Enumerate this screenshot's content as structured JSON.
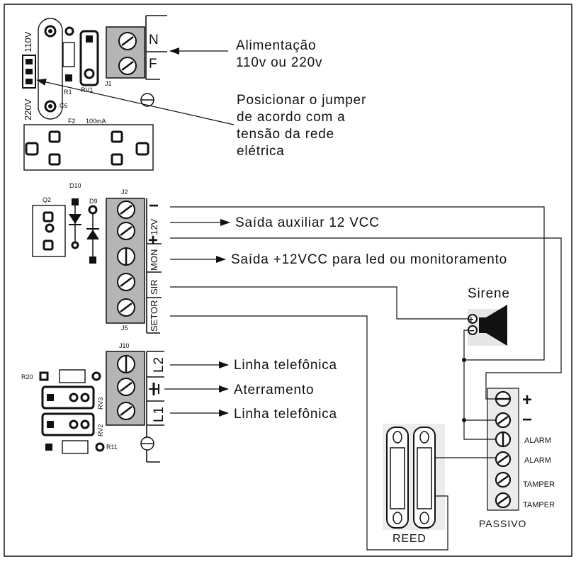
{
  "labels": {
    "power": "Alimentação",
    "power_voltage": "110v ou 220v",
    "jumper_1": "Posicionar o jumper",
    "jumper_2": "de acordo com a",
    "jumper_3": "tensão da rede",
    "jumper_4": "elétrica",
    "aux_out": "Saída auxiliar 12 VCC",
    "mon_out": "Saída +12VCC para led ou monitoramento",
    "siren": "Sirene",
    "phone_line_1": "Linha telefônica",
    "ground": "Aterramento",
    "phone_line_2": "Linha telefônica",
    "reed": "REED",
    "passive": "PASSIVO"
  },
  "board": {
    "v110": "110V",
    "v220": "220V",
    "r1": "R1",
    "rv1": "RV1",
    "c6": "C6",
    "j1": "J1",
    "fuse": "F2",
    "fuse_rating": "100mA",
    "n": "N",
    "f": "F",
    "q2": "Q2",
    "d10": "D10",
    "d9": "D9",
    "j2": "J2",
    "j5": "J5",
    "j10": "J10",
    "r20": "R20",
    "rv3": "RV3",
    "rv2": "RV2",
    "r11": "R11"
  },
  "terminals_j2": [
    "12V",
    "MON",
    "SIR",
    "SETOR"
  ],
  "terminals_j10": [
    "L2",
    "L1"
  ],
  "passive_terminals": [
    "+",
    "−",
    "ALARM",
    "ALARM",
    "TAMPER",
    "TAMPER"
  ],
  "symbols": {
    "minus": "−",
    "plus": "+",
    "siren_plus": "+",
    "siren_minus": "−"
  }
}
